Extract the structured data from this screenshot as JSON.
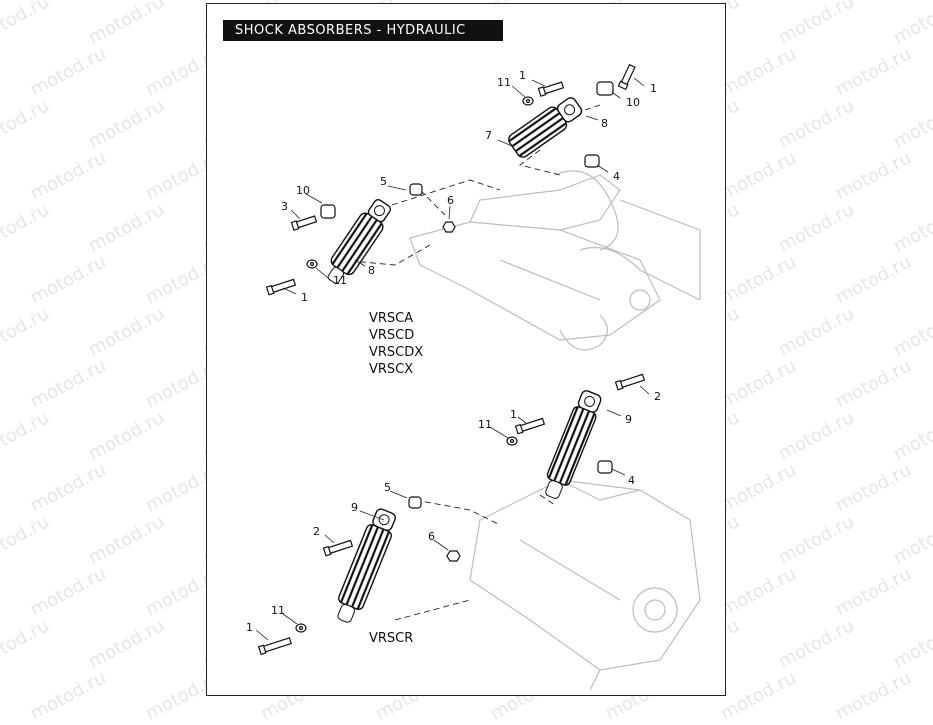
{
  "title": "SHOCK ABSORBERS - HYDRAULIC",
  "watermark": "motod.ru",
  "group_a_models": [
    "VRSCA",
    "VRSCD",
    "VRSCDX",
    "VRSCX"
  ],
  "group_b_models": [
    "VRSCR"
  ],
  "callouts": {
    "c1a": "1",
    "c1b": "1",
    "c1c": "1",
    "c1d": "1",
    "c1e": "1",
    "c2a": "2",
    "c2b": "2",
    "c3": "3",
    "c4a": "4",
    "c4b": "4",
    "c5a": "5",
    "c5b": "5",
    "c6a": "6",
    "c6b": "6",
    "c7": "7",
    "c8a": "8",
    "c8b": "8",
    "c9a": "9",
    "c9b": "9",
    "c10a": "10",
    "c10b": "10",
    "c11a": "11",
    "c11b": "11",
    "c11c": "11",
    "c11d": "11"
  }
}
